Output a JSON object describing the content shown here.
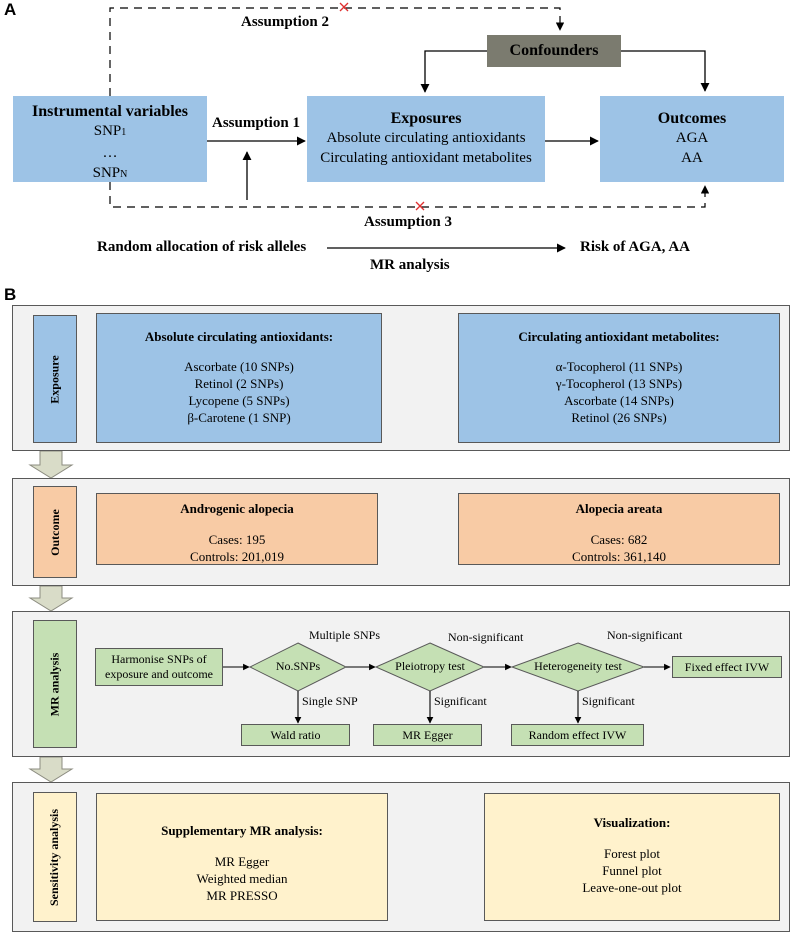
{
  "panel_a": {
    "letter": "A",
    "instrumental": {
      "title": "Instrumental variables",
      "snp1": "SNP",
      "snp1_sub": "1",
      "dots": "…",
      "snpn": "SNP",
      "snpn_sub": "N"
    },
    "exposures": {
      "title": "Exposures",
      "line1": "Absolute circulating antioxidants",
      "line2": "Circulating antioxidant metabolites"
    },
    "outcomes": {
      "title": "Outcomes",
      "line1": "AGA",
      "line2": "AA"
    },
    "confounders": "Confounders",
    "assumption1": "Assumption 1",
    "assumption2": "Assumption 2",
    "assumption3": "Assumption 3",
    "random_allocation": "Random allocation of risk alleles",
    "mr_analysis": "MR analysis",
    "risk": "Risk of AGA, AA"
  },
  "panel_b": {
    "letter": "B",
    "exposure": {
      "side_label": "Exposure",
      "left": {
        "title": "Absolute circulating antioxidants:",
        "items": [
          "Ascorbate (10 SNPs)",
          "Retinol (2 SNPs)",
          "Lycopene (5 SNPs)",
          "β-Carotene (1 SNP)"
        ]
      },
      "right": {
        "title": "Circulating antioxidant metabolites:",
        "items": [
          "α-Tocopherol (11 SNPs)",
          "γ-Tocopherol (13 SNPs)",
          "Ascorbate (14 SNPs)",
          "Retinol (26 SNPs)"
        ]
      }
    },
    "outcome": {
      "side_label": "Outcome",
      "left": {
        "title": "Androgenic alopecia",
        "cases": "Cases: 195",
        "controls": "Controls: 201,019"
      },
      "right": {
        "title": "Alopecia areata",
        "cases": "Cases: 682",
        "controls": "Controls: 361,140"
      }
    },
    "mr": {
      "side_label": "MR analysis",
      "harmonise": "Harmonise SNPs of exposure and outcome",
      "no_snps": "No.SNPs",
      "multiple_snps": "Multiple SNPs",
      "single_snp": "Single SNP",
      "wald_ratio": "Wald ratio",
      "pleiotropy": "Pleiotropy test",
      "non_significant_1": "Non-significant",
      "significant_1": "Significant",
      "mr_egger": "MR Egger",
      "heterogeneity": "Heterogeneity test",
      "non_significant_2": "Non-significant",
      "significant_2": "Significant",
      "random_ivw": "Random effect IVW",
      "fixed_ivw": "Fixed effect IVW"
    },
    "sensitivity": {
      "side_label": "Sensitivity analysis",
      "left": {
        "title": "Supplementary MR analysis:",
        "items": [
          "MR Egger",
          "Weighted median",
          "MR PRESSO"
        ]
      },
      "right": {
        "title": "Visualization:",
        "items": [
          "Forest plot",
          "Funnel plot",
          "Leave-one-out plot"
        ]
      }
    }
  }
}
